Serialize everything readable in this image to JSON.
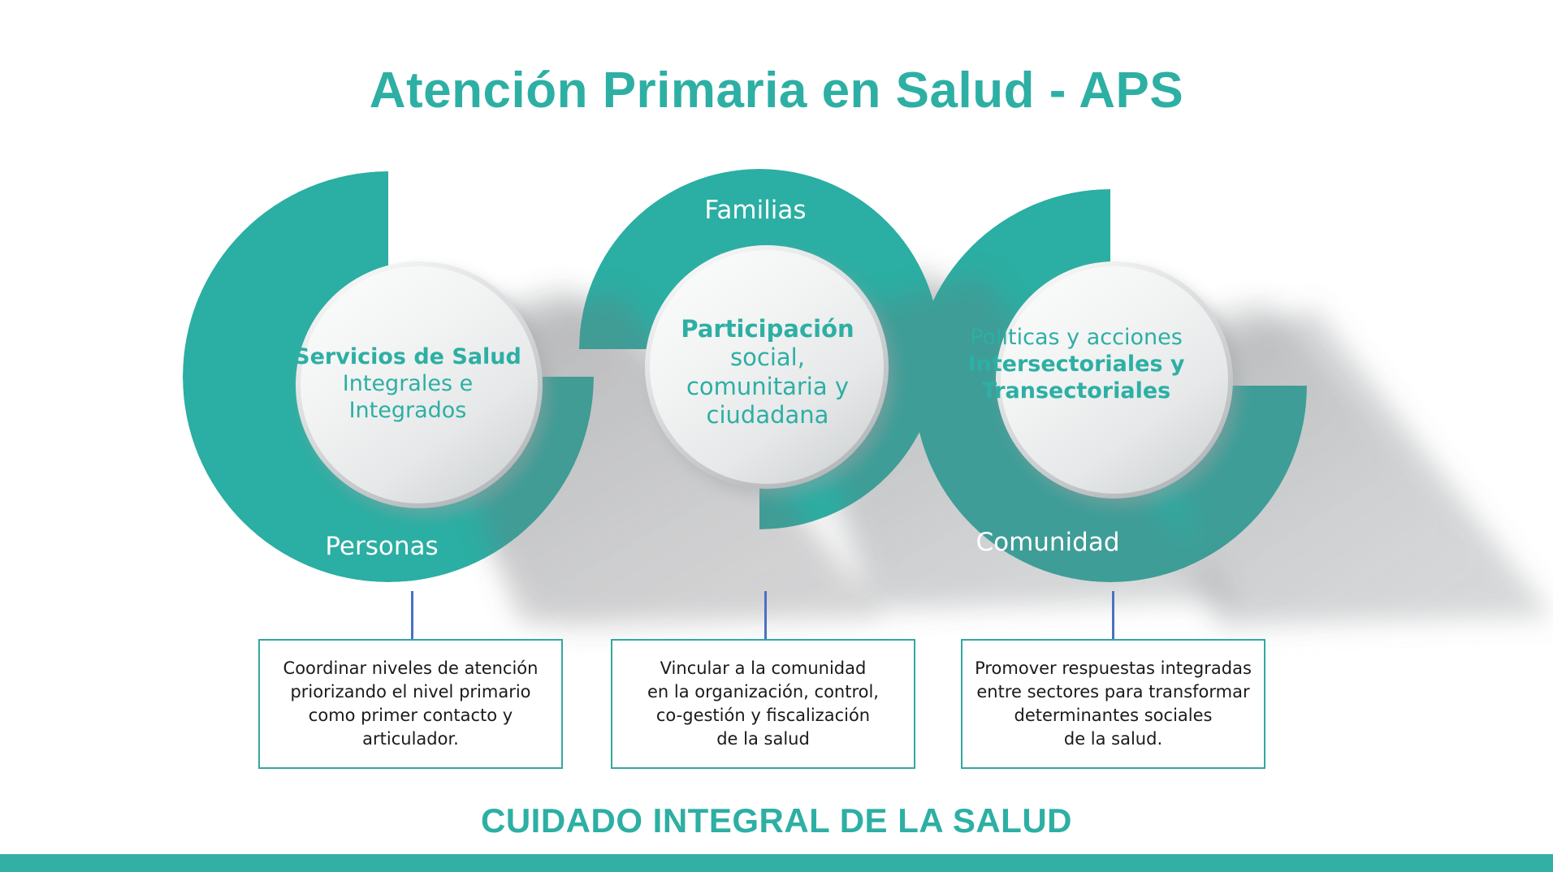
{
  "page": {
    "title": "Atención Primaria en Salud - APS",
    "footer_text": "CUIDADO INTEGRAL DE LA SALUD"
  },
  "colors": {
    "teal": "#2DAFA4",
    "teal_bar": "#34AFA5",
    "box_border": "#33A8A0",
    "connector_blue": "#4A72C0",
    "circle_fill_light": "#f4f5f5",
    "circle_fill_dark": "#d8dadb",
    "text_dark": "#1a1a1a",
    "label_white": "#ffffff",
    "background": "#ffffff"
  },
  "nodes": [
    {
      "id": "servicios-de-salud",
      "bold_line": "Servicios de Salud",
      "regular_line": "Integrales e Integrados",
      "ring_label": "Personas",
      "box_lines": [
        "Coordinar niveles de atención",
        "priorizando el nivel primario",
        "como primer contacto y",
        "articulador."
      ]
    },
    {
      "id": "participacion",
      "bold_line": "Participación",
      "regular_line": "social,\ncomunitaria y\nciudadana",
      "ring_label": "Familias",
      "box_lines": [
        "Vincular a la comunidad",
        "en la organización, control,",
        "co-gestión y fiscalización",
        "de la salud"
      ]
    },
    {
      "id": "intersectoriales",
      "bold_line": "Intersectoriales y\nTransectoriales",
      "regular_line": "Políticas y acciones",
      "ring_label": "Comunidad",
      "box_lines": [
        "Promover respuestas integradas",
        "entre sectores para transformar",
        "determinantes sociales",
        "de la salud."
      ]
    }
  ],
  "node_text": {
    "n1_bold": "Servicios de Salud",
    "n1_reg": "Integrales e Integrados",
    "n2_bold": "Participación",
    "n2_r1": "social,",
    "n2_r2": "comunitaria y",
    "n2_r3": "ciudadana",
    "n3_reg": "Políticas y acciones",
    "n3_b1": "Intersectoriales y",
    "n3_b2": "Transectoriales"
  },
  "ring_labels": {
    "personas": "Personas",
    "familias": "Familias",
    "comunidad": "Comunidad"
  },
  "boxes": {
    "b1_l1": "Coordinar niveles de atención",
    "b1_l2": "priorizando el nivel primario",
    "b1_l3": "como primer contacto y",
    "b1_l4": "articulador.",
    "b2_l1": "Vincular a la comunidad",
    "b2_l2": "en la organización, control,",
    "b2_l3": "co-gestión y fiscalización",
    "b2_l4": "de la salud",
    "b3_l1": "Promover respuestas integradas",
    "b3_l2": "entre sectores para transformar",
    "b3_l3": "determinantes sociales",
    "b3_l4": "de la salud."
  }
}
